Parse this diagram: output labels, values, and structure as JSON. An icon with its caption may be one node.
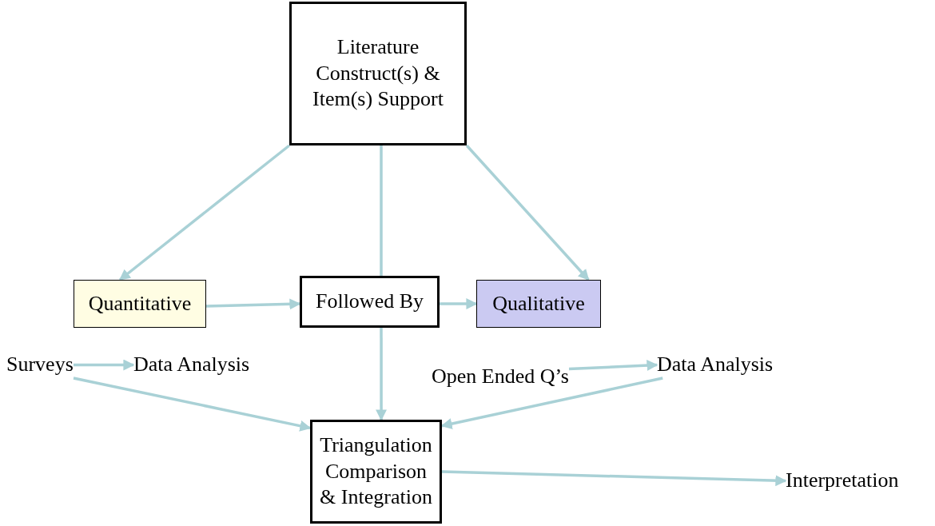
{
  "diagram": {
    "nodes": [
      {
        "text": [
          "Literature Construct(s) & Item(s) Support"
        ]
      },
      {
        "text": [
          "Quantitative"
        ]
      },
      {
        "text": [
          "Followed By"
        ]
      },
      {
        "text": [
          "Qualitative"
        ]
      },
      {
        "text": [
          "Surveys"
        ]
      },
      {
        "text": [
          "Data Analysis"
        ]
      },
      {
        "text": [
          "Open Ended Q’s"
        ]
      },
      {
        "text": [
          "Data Analysis"
        ]
      },
      {
        "text": [
          "Triangulation Comparison & Integration"
        ]
      },
      {
        "text": [
          "Interpretation"
        ]
      }
    ],
    "edges": [
      {
        "from": 0,
        "to": 1,
        "arrow": "to"
      },
      {
        "from": 0,
        "to": 2,
        "arrow": "none"
      },
      {
        "from": 0,
        "to": 3,
        "arrow": "to"
      },
      {
        "from": 1,
        "to": 2,
        "arrow": "to"
      },
      {
        "from": 2,
        "to": 3,
        "arrow": "to"
      },
      {
        "from": 4,
        "to": 5,
        "arrow": "to"
      },
      {
        "from": 6,
        "to": 7,
        "arrow": "to"
      },
      {
        "from": 4,
        "to": 8,
        "arrow": "to"
      },
      {
        "from": 2,
        "to": 8,
        "arrow": "to"
      },
      {
        "from": 7,
        "to": 8,
        "arrow": "to"
      },
      {
        "from": 8,
        "to": 9,
        "arrow": "to"
      }
    ]
  }
}
